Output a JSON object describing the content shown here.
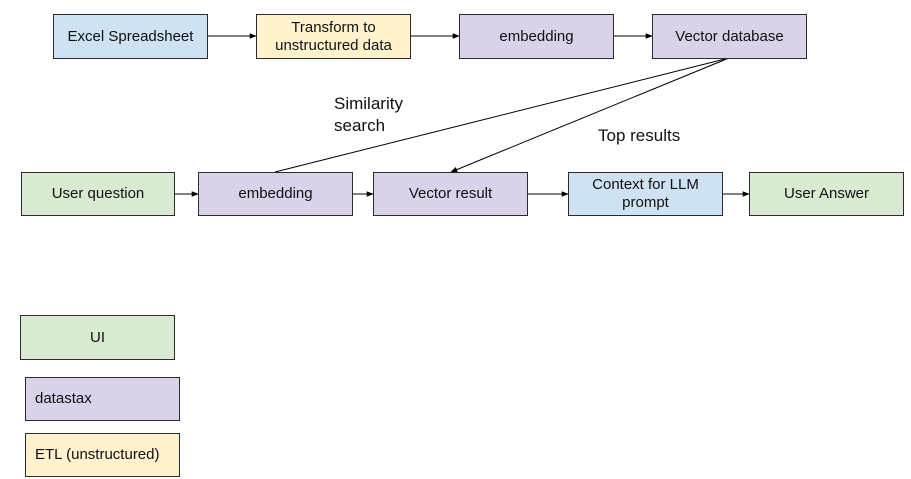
{
  "colors": {
    "ui": "#d9ead3",
    "datastax": "#d9d2e9",
    "etl": "#fff2cc",
    "source": "#cfe2f3",
    "line": "#000000"
  },
  "nodes": {
    "excel": "Excel Spreadsheet",
    "transform_l1": "Transform to",
    "transform_l2": "unstructured data",
    "embedding_top": "embedding",
    "vector_db": "Vector database",
    "user_question": "User question",
    "embedding_bottom": "embedding",
    "vector_result": "Vector result",
    "context_l1": "Context for LLM",
    "context_l2": "prompt",
    "user_answer": "User Answer"
  },
  "labels": {
    "similarity_l1": "Similarity",
    "similarity_l2": "search",
    "top_results": "Top results"
  },
  "legend": {
    "ui": "UI",
    "datastax": "datastax",
    "etl": "ETL (unstructured)"
  }
}
